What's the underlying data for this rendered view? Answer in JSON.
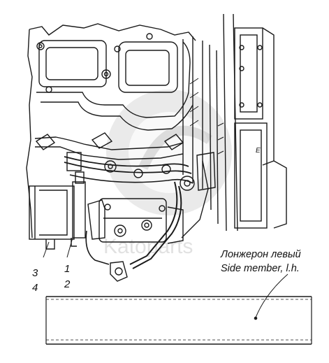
{
  "callouts": {
    "c3": "3",
    "c4": "4",
    "c1": "1",
    "c2": "2"
  },
  "caption": {
    "line1": "Лонжерон левый",
    "line2": "Side member, l.h."
  },
  "edge_label": "E",
  "watermark": {
    "text": "Katoparts"
  }
}
